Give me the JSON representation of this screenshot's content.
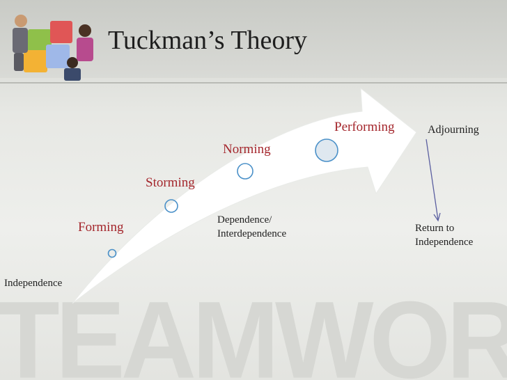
{
  "slide": {
    "title": "Tuckman’s Theory",
    "watermark": "TEAMWORK"
  },
  "stages": {
    "forming": "Forming",
    "storming": "Storming",
    "norming": "Norming",
    "performing": "Performing",
    "adjourning": "Adjourning"
  },
  "notes": {
    "start": "Independence",
    "middle_line1": "Dependence/",
    "middle_line2": "Interdependence",
    "end_line1": "Return to",
    "end_line2": "Independence"
  },
  "colors": {
    "stage_text": "#a4262c",
    "node_stroke": "#4a90c8",
    "arrow_fill": "#ffffff"
  },
  "icons": [
    "teamwork-puzzle-illustration"
  ]
}
